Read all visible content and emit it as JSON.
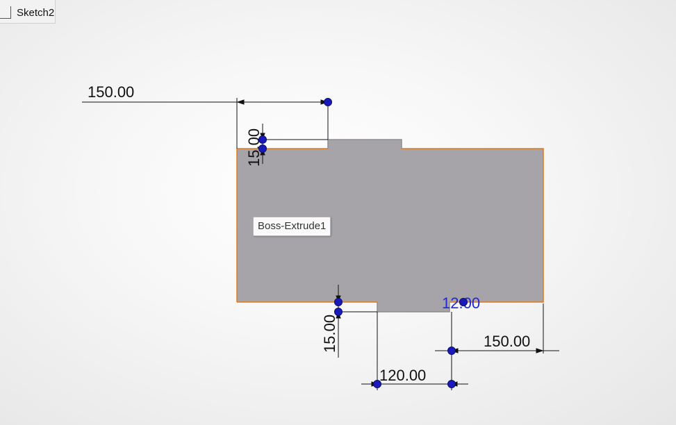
{
  "feature_tree": {
    "sketch_label": "Sketch2"
  },
  "tooltip": {
    "feature_name": "Boss-Extrude1"
  },
  "dimensions": {
    "top_left_width": "150.00",
    "top_step_height": "15.00",
    "bottom_step_height": "15.00",
    "bottom_slot_width": "120.00",
    "bottom_right_width": "150.00",
    "bottom_active_dim": "12.00"
  },
  "colors": {
    "part_fill": "#a6a4a8",
    "edge_highlight": "#e07a1a",
    "sketch_point": "#1a1ab8",
    "active_dimension": "#1f2ad4"
  }
}
